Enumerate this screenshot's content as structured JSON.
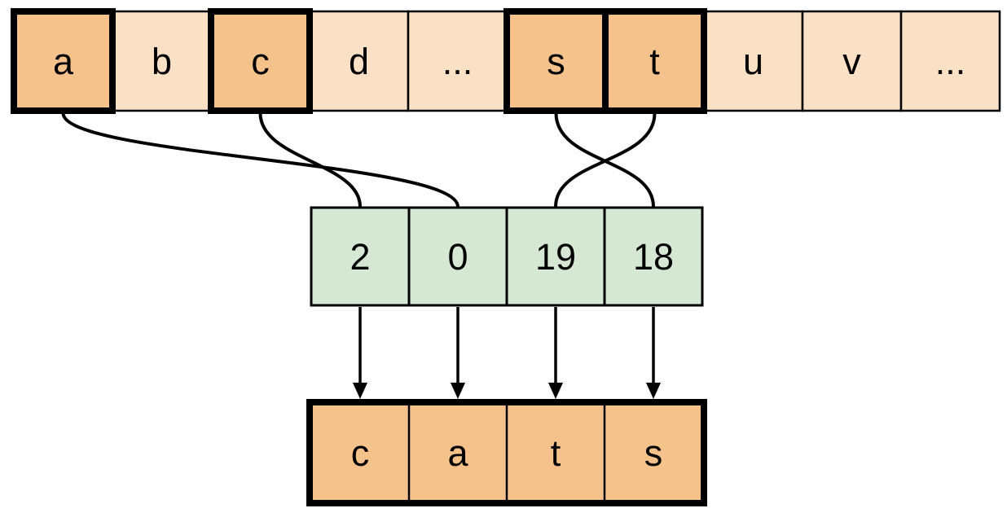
{
  "alphabet_row": {
    "cells": [
      {
        "label": "a",
        "highlighted": true
      },
      {
        "label": "b",
        "highlighted": false
      },
      {
        "label": "c",
        "highlighted": true
      },
      {
        "label": "d",
        "highlighted": false
      },
      {
        "label": "...",
        "highlighted": false
      },
      {
        "label": "s",
        "highlighted": true
      },
      {
        "label": "t",
        "highlighted": true
      },
      {
        "label": "u",
        "highlighted": false
      },
      {
        "label": "v",
        "highlighted": false
      },
      {
        "label": "...",
        "highlighted": false
      }
    ]
  },
  "index_row": {
    "cells": [
      {
        "label": "2"
      },
      {
        "label": "0"
      },
      {
        "label": "19"
      },
      {
        "label": "18"
      }
    ]
  },
  "output_row": {
    "cells": [
      {
        "label": "c"
      },
      {
        "label": "a"
      },
      {
        "label": "t"
      },
      {
        "label": "s"
      }
    ]
  },
  "connections": {
    "letter_to_index": [
      {
        "from_letter": "a",
        "to_value": "0"
      },
      {
        "from_letter": "c",
        "to_value": "2"
      },
      {
        "from_letter": "s",
        "to_value": "18"
      },
      {
        "from_letter": "t",
        "to_value": "19"
      }
    ],
    "index_to_output": [
      {
        "from_value": "2",
        "to_letter": "c"
      },
      {
        "from_value": "0",
        "to_letter": "a"
      },
      {
        "from_value": "19",
        "to_letter": "t"
      },
      {
        "from_value": "18",
        "to_letter": "s"
      }
    ]
  },
  "colors": {
    "light_orange": "#FAE1C5",
    "dark_orange": "#F5C28B",
    "green": "#D5E8D4",
    "stroke": "#000000",
    "background": "#FFFFFF"
  }
}
